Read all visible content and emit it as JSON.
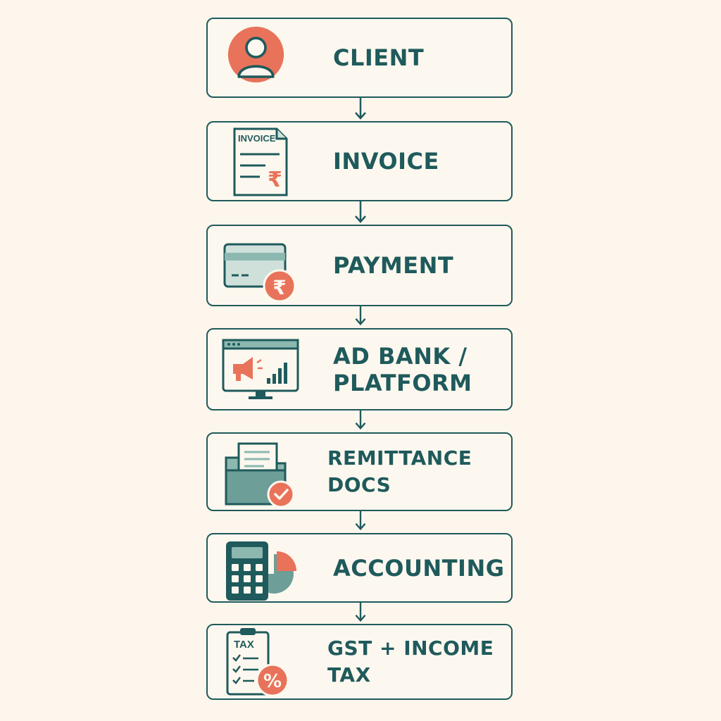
{
  "steps": [
    {
      "label": "CLIENT",
      "icon": "user-icon"
    },
    {
      "label": "INVOICE",
      "icon": "invoice-icon",
      "icon_text": "INVOICE",
      "currency": "₹"
    },
    {
      "label": "PAYMENT",
      "icon": "card-payment-icon",
      "currency": "₹"
    },
    {
      "label": "AD BANK /\nPLATFORM",
      "icon": "monitor-megaphone-icon"
    },
    {
      "label": "REMITTANCE DOCS",
      "icon": "folder-check-icon"
    },
    {
      "label": "ACCOUNTING",
      "icon": "calculator-chart-icon"
    },
    {
      "label": "GST + INCOME TAX",
      "icon": "tax-percent-icon",
      "icon_text": "TAX",
      "percent": "%"
    }
  ],
  "colors": {
    "primary": "#1f5a5c",
    "accent": "#e8735a",
    "soft": "#8cb8b0",
    "background": "#fcf6ec"
  }
}
